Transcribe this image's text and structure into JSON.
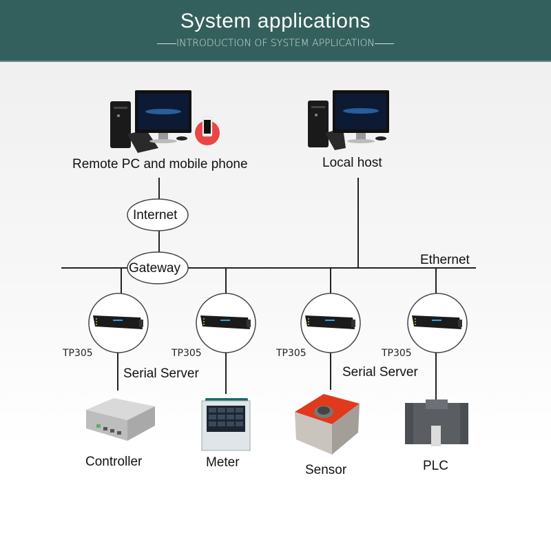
{
  "header": {
    "title": "System applications",
    "subtitle": "INTRODUCTION OF SYSTEM APPLICATION"
  },
  "colors": {
    "header_bg": "#33605c",
    "line": "#222222",
    "phone_badge": "#e94545",
    "sensor_body": "#e0391c"
  },
  "nodes": {
    "remote_pc": {
      "label": "Remote PC and mobile phone",
      "icon": "desktop-pc-with-phone-icon"
    },
    "local_host": {
      "label": "Local host",
      "icon": "desktop-pc-icon"
    },
    "internet": {
      "label": "Internet"
    },
    "gateway": {
      "label": "Gateway"
    },
    "ethernet": {
      "label": "Ethernet"
    }
  },
  "serial_servers": [
    {
      "model": "TP305",
      "icon": "serial-server-device-icon"
    },
    {
      "model": "TP305",
      "icon": "serial-server-device-icon"
    },
    {
      "model": "TP305",
      "icon": "serial-server-device-icon"
    },
    {
      "model": "TP305",
      "icon": "serial-server-device-icon"
    }
  ],
  "serial_server_labels": [
    "Serial Server",
    "Serial Server"
  ],
  "devices": [
    {
      "label": "Controller",
      "icon": "controller-box-icon"
    },
    {
      "label": "Meter",
      "icon": "meter-recorder-icon"
    },
    {
      "label": "Sensor",
      "icon": "sensor-icon"
    },
    {
      "label": "PLC",
      "icon": "plc-module-icon"
    }
  ]
}
